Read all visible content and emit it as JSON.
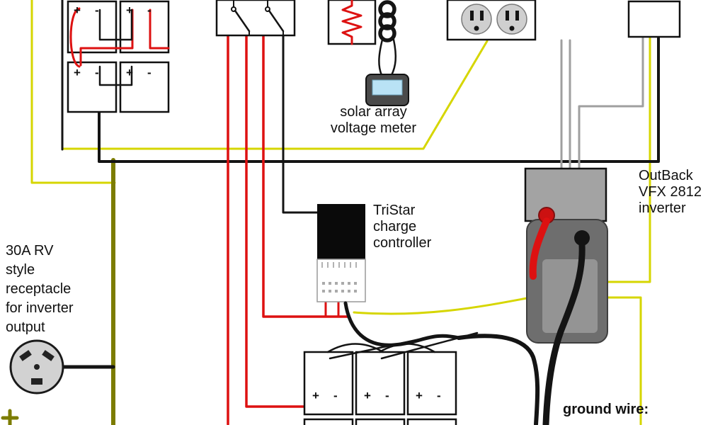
{
  "labels": {
    "solar_meter": {
      "line1": "solar array",
      "line2": "voltage meter"
    },
    "tristar": {
      "line1": "TriStar",
      "line2": "charge",
      "line3": "controller"
    },
    "outback": {
      "line1": "OutBack",
      "line2": "VFX 2812",
      "line3": "inverter"
    },
    "rv_receptacle": {
      "line1": "30A RV",
      "line2": "style",
      "line3": "receptacle",
      "line4": "for inverter",
      "line5": "output"
    },
    "ground_wire": "ground wire:"
  },
  "terminals": {
    "plus": "+",
    "minus": "-"
  },
  "components": {
    "top_battery_bank": "battery bank (2x2)",
    "bottom_battery_bank": "battery bank (1x3, second row cut off)",
    "switch_box": "dc disconnect switches",
    "breaker_resistor": "fuse / shunt element",
    "coil": "inductor coil",
    "ac_outlet": "duplex ac receptacle",
    "junction_box": "junction box (top right)",
    "voltage_meter": "solar array voltage meter",
    "charge_controller": "TriStar charge controller",
    "inverter": "OutBack VFX 2812 inverter",
    "rv_receptacle": "30A RV receptacle"
  },
  "colors": {
    "wire_red": "#dd1111",
    "wire_black": "#141414",
    "wire_yellow": "#d6d600",
    "wire_olive": "#7c7c00",
    "wire_gray": "#9f9f9f",
    "meter_screen": "#b9e2f5",
    "device_gray": "#6e6e6e",
    "outlet_face": "#cfcfcf"
  }
}
